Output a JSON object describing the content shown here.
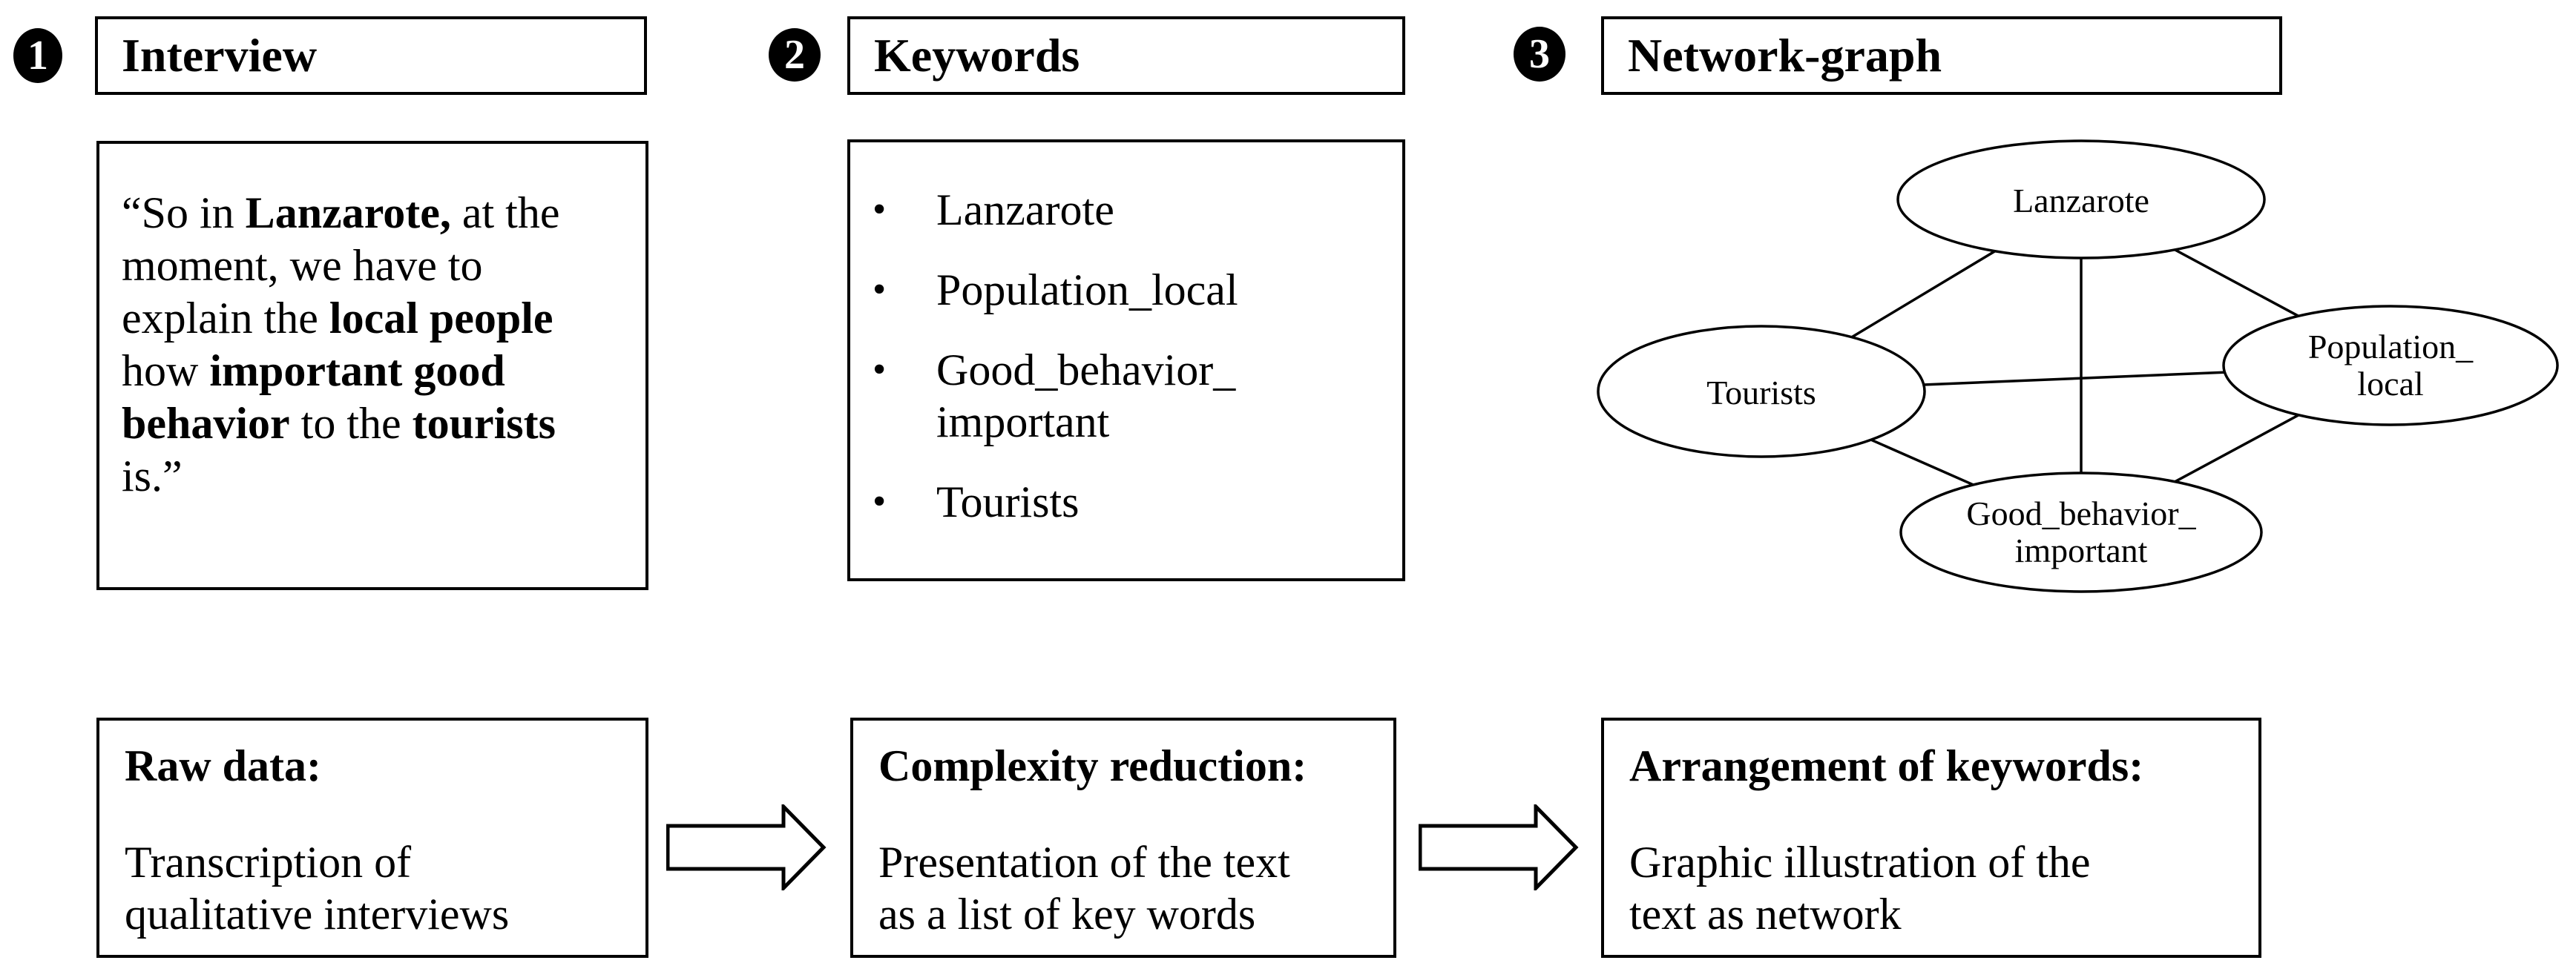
{
  "figure": {
    "background": "#ffffff",
    "ink": "#000000"
  },
  "steps": [
    {
      "number": "1",
      "title": "Interview"
    },
    {
      "number": "2",
      "title": "Keywords"
    },
    {
      "number": "3",
      "title": "Network-graph"
    }
  ],
  "interview": {
    "quote_segments": [
      {
        "t": "“So in ",
        "b": false
      },
      {
        "t": "Lanzarote,",
        "b": true
      },
      {
        "t": " at the\nmoment, we have to\nexplain the ",
        "b": false
      },
      {
        "t": "local people",
        "b": true
      },
      {
        "t": "\nhow ",
        "b": false
      },
      {
        "t": "important good\nbehavior",
        "b": true
      },
      {
        "t": " to the ",
        "b": false
      },
      {
        "t": "tourists",
        "b": true
      },
      {
        "t": "\nis.”",
        "b": false
      }
    ]
  },
  "keywords": {
    "bullet": "•",
    "items": [
      "Lanzarote",
      "Population_local",
      "Good_behavior_\nimportant",
      "Tourists"
    ]
  },
  "network": {
    "nodes": [
      {
        "id": "lanzarote",
        "label": "Lanzarote"
      },
      {
        "id": "tourists",
        "label": "Tourists"
      },
      {
        "id": "population-local",
        "label": "Population_\nlocal"
      },
      {
        "id": "good-behavior-important",
        "label": "Good_behavior_\nimportant"
      }
    ],
    "edges": [
      [
        "lanzarote",
        "tourists"
      ],
      [
        "lanzarote",
        "population-local"
      ],
      [
        "lanzarote",
        "good-behavior-important"
      ],
      [
        "tourists",
        "population-local"
      ],
      [
        "tourists",
        "good-behavior-important"
      ],
      [
        "population-local",
        "good-behavior-important"
      ]
    ]
  },
  "process": [
    {
      "heading": "Raw data:",
      "body": "Transcription of\nqualitative interviews"
    },
    {
      "heading": "Complexity reduction:",
      "body": "Presentation of the text\nas a list of key words"
    },
    {
      "heading": "Arrangement of keywords:",
      "body": "Graphic illustration of the\ntext as network"
    }
  ]
}
